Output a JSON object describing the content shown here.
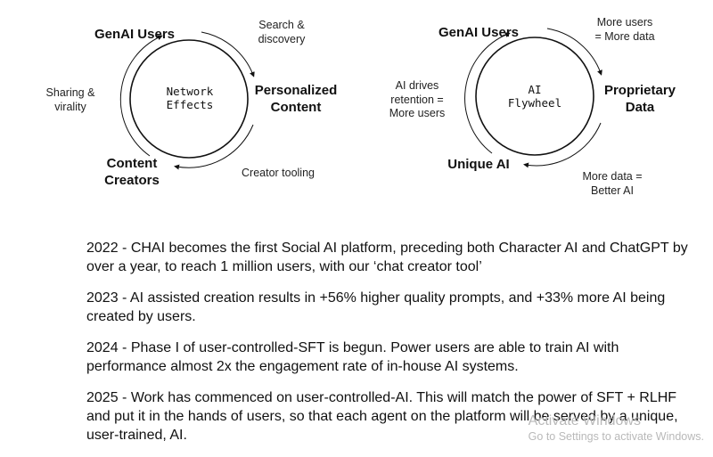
{
  "network_effects": {
    "center": [
      "Network",
      "Effects"
    ],
    "nodes": {
      "top": "GenAI Users",
      "right": [
        "Personalized",
        "Content"
      ],
      "bottom": [
        "Content",
        "Creators"
      ]
    },
    "edges": {
      "top_right": [
        "Search &",
        "discovery"
      ],
      "bottom_right": "Creator tooling",
      "left": [
        "Sharing &",
        "virality"
      ]
    }
  },
  "ai_flywheel": {
    "center": [
      "AI",
      "Flywheel"
    ],
    "nodes": {
      "top": "GenAI Users",
      "right": [
        "Proprietary",
        "Data"
      ],
      "bottom": "Unique AI"
    },
    "edges": {
      "top_right": [
        "More users",
        "= More data"
      ],
      "bottom_right": [
        "More data =",
        "Better AI"
      ],
      "left": [
        "AI drives",
        "retention =",
        "More users"
      ]
    }
  },
  "timeline": [
    "2022 - CHAI becomes the first Social AI platform, preceding both Character AI and ChatGPT by over a year, to reach 1 million users, with our ‘chat creator tool’",
    "2023 - AI assisted creation results in +56% higher quality prompts, and +33% more AI being created by users.",
    "2024 - Phase I of user-controlled-SFT is begun. Power users are able to train AI with performance almost 2x the engagement rate of in-house AI systems.",
    "2025 - Work has commenced on user-controlled-AI. This will match the power of SFT + RLHF and put it in the hands of users, so that each agent on the platform will be served by a unique, user-trained, AI."
  ],
  "watermark": {
    "title": "Activate Windows",
    "subtitle": "Go to Settings to activate Windows."
  },
  "colors": {
    "line": "#111111",
    "watermark": "#b9b9b9"
  }
}
